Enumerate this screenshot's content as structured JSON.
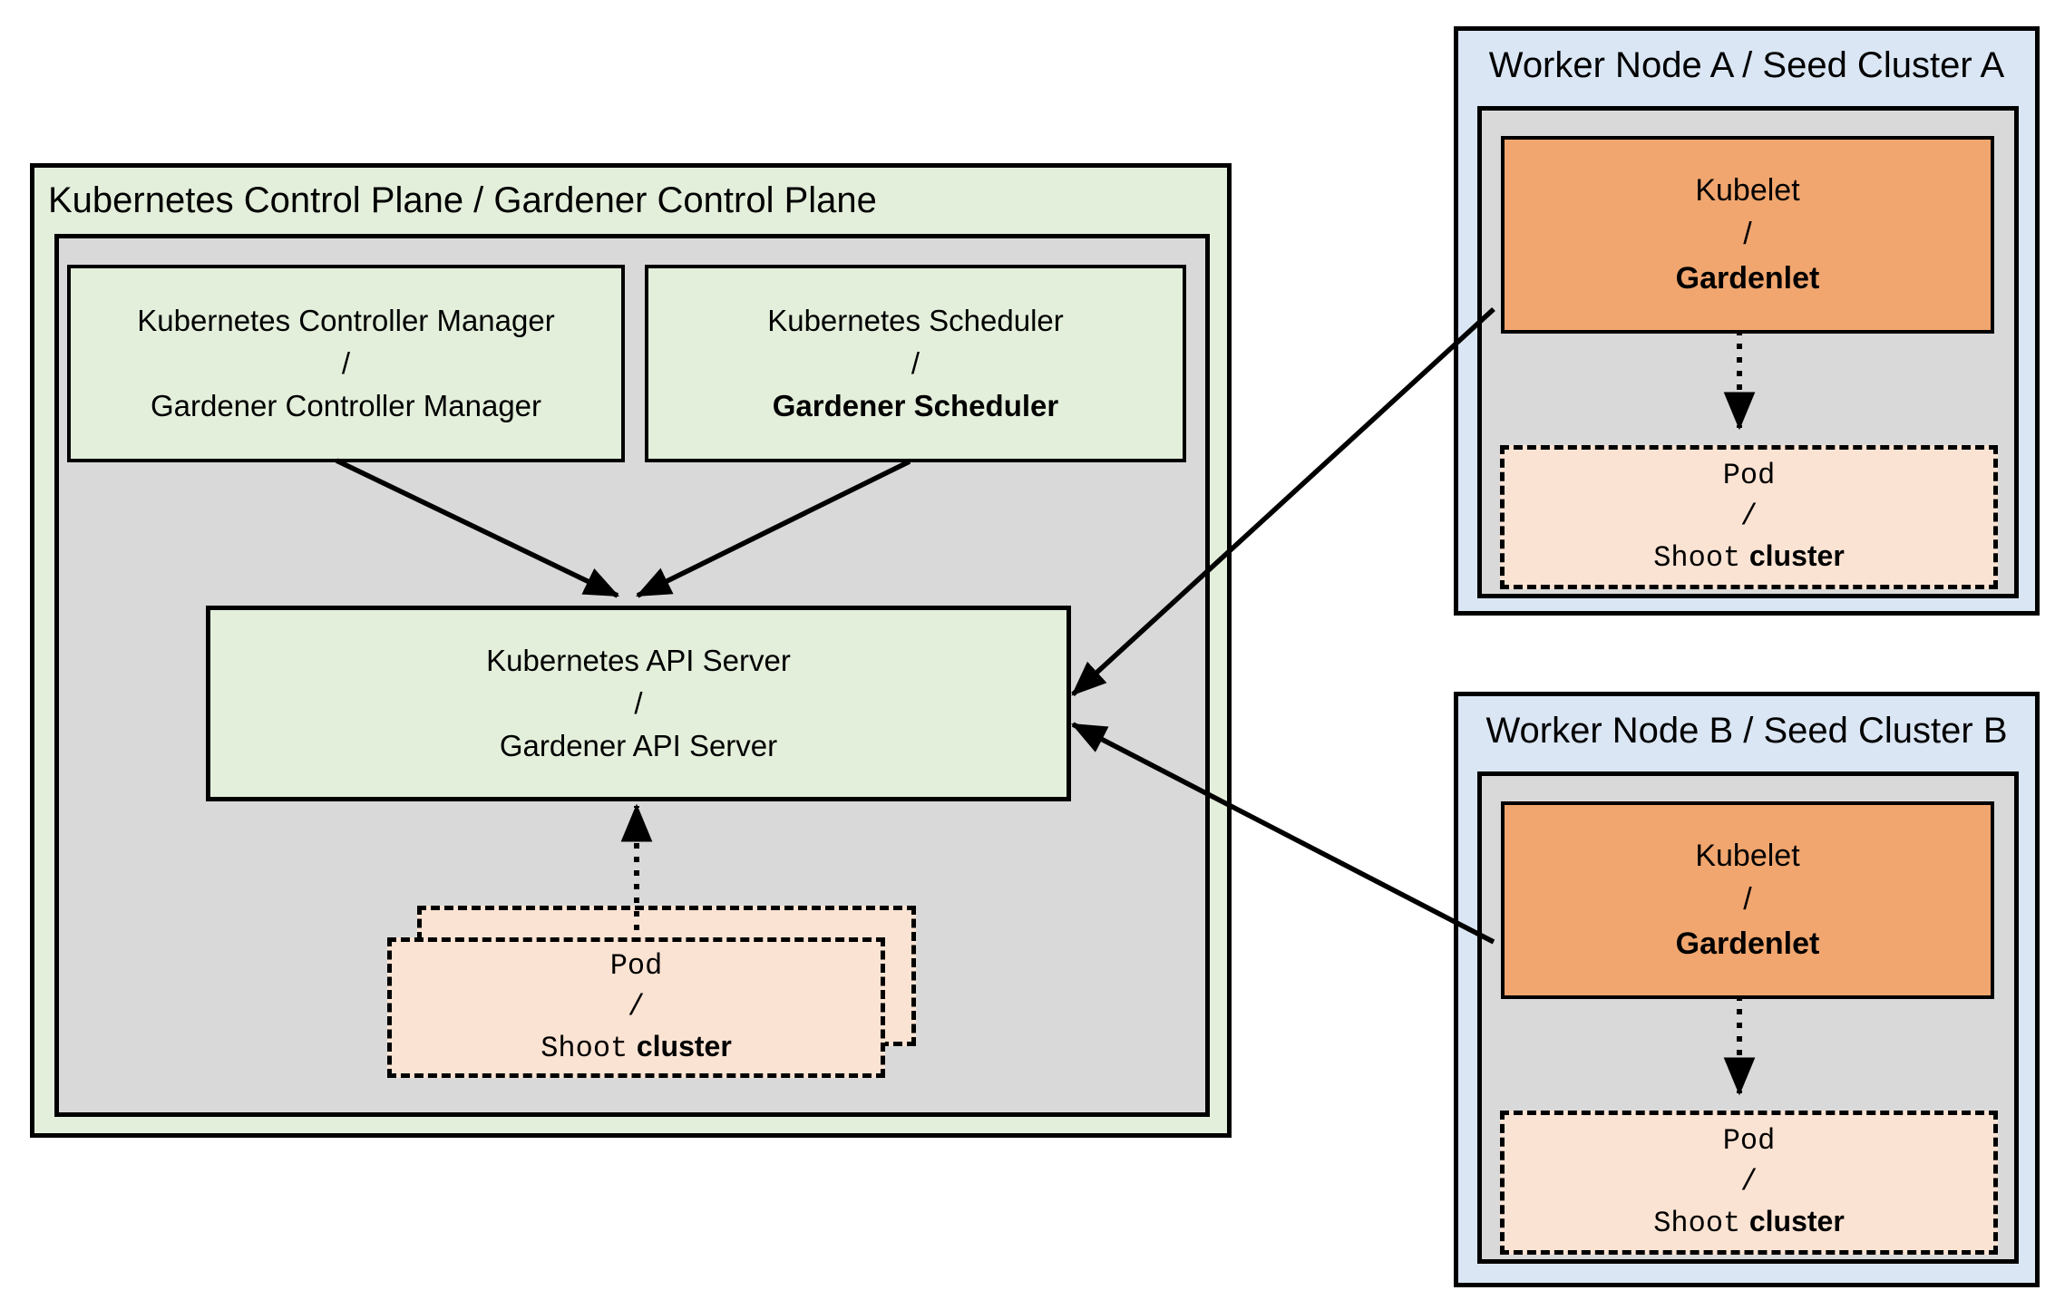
{
  "control_plane": {
    "title": "Kubernetes Control Plane / Gardener Control Plane",
    "controller_manager": {
      "top": "Kubernetes Controller Manager",
      "sep": "/",
      "bottom": "Gardener Controller Manager"
    },
    "scheduler": {
      "top": "Kubernetes Scheduler",
      "sep": "/",
      "bottom": "Gardener Scheduler"
    },
    "api_server": {
      "top": "Kubernetes API Server",
      "sep": "/",
      "bottom": "Gardener API Server"
    }
  },
  "worker_node_a": {
    "title": "Worker Node A / Seed Cluster A"
  },
  "worker_node_b": {
    "title": "Worker Node B / Seed Cluster B"
  },
  "kubelet": {
    "top": "Kubelet",
    "sep": "/",
    "bottom": "Gardenlet"
  },
  "pod": {
    "top": "Pod",
    "sep": "/",
    "bottom_mono": "Shoot",
    "bottom_sans": "cluster"
  },
  "edges": [
    {
      "from": "kubernetes-controller-manager",
      "to": "kubernetes-api-server",
      "style": "solid-arrow"
    },
    {
      "from": "kubernetes-scheduler",
      "to": "kubernetes-api-server",
      "style": "solid-arrow"
    },
    {
      "from": "pod-shoot-cluster-control-plane",
      "to": "kubernetes-api-server",
      "style": "dotted-arrow"
    },
    {
      "from": "kubelet-gardenlet-worker-a",
      "to": "kubernetes-api-server",
      "style": "solid-arrow"
    },
    {
      "from": "kubelet-gardenlet-worker-b",
      "to": "kubernetes-api-server",
      "style": "solid-arrow"
    },
    {
      "from": "kubelet-gardenlet-worker-a",
      "to": "pod-shoot-cluster-worker-a",
      "style": "dotted-arrow"
    },
    {
      "from": "kubelet-gardenlet-worker-b",
      "to": "pod-shoot-cluster-worker-b",
      "style": "dotted-arrow"
    }
  ],
  "colors": {
    "control_plane_fill": "#e3efdb",
    "inner_fill": "#d9d9d9",
    "worker_fill": "#dae6f4",
    "kubelet_fill": "#f1a66f",
    "pod_fill": "#fbe3d3",
    "line": "#000000"
  }
}
